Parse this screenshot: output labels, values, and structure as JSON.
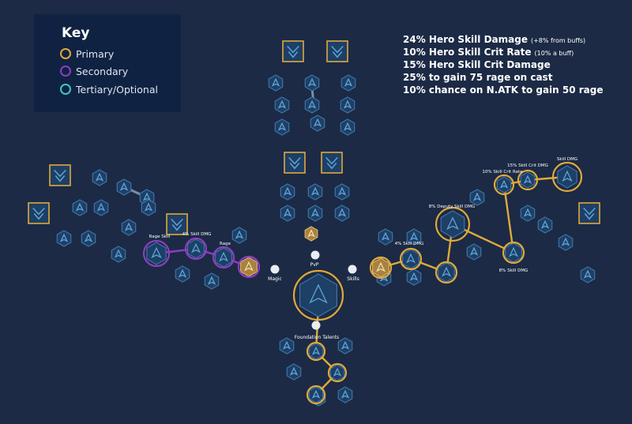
{
  "key": {
    "title": "Key",
    "items": [
      {
        "label": "Primary",
        "color": "#e0a93b"
      },
      {
        "label": "Secondary",
        "color": "#8d3dbf"
      },
      {
        "label": "Tertiary/Optional",
        "color": "#3fc6c6"
      }
    ]
  },
  "stats": [
    {
      "text": "24% Hero Skill Damage",
      "note": "(+8% from buffs)"
    },
    {
      "text": "10% Hero Skill Crit Rate",
      "note": "(10% a buff)"
    },
    {
      "text": "15% Hero Skill Crit Damage",
      "note": ""
    },
    {
      "text": "25% to gain 75 rage on cast",
      "note": ""
    },
    {
      "text": "10% chance on N.ATK to gain 50 rage",
      "note": ""
    }
  ],
  "branches": {
    "magic": "Magic",
    "pvp": "PvP",
    "skills": "Skills",
    "foundation": "Foundation Talents"
  },
  "node_labels": {
    "rage_skill": "Rage Skill",
    "skill_dmg_4_left": "4% Skill DMG",
    "rage": "Rage",
    "deputy_skill_dmg_8": "8% Deputy Skill DMG",
    "skill_dmg_4_right": "4% Skill DMG",
    "skill_dmg_8": "8% Skill DMG",
    "skill_crit_rate_10": "10% Skill Crit Rate",
    "skill_crit_dmg_15": "15% Skill Crit DMG",
    "skill_dmg": "Skill DMG"
  },
  "colors": {
    "background": "#1c2a45",
    "node_fill": "#1e3f66",
    "node_stroke": "#3d73a4",
    "icon": "#5ea3d6",
    "gold": "#e0a93b",
    "purple": "#8d3dbf",
    "gold_node": "#a98140"
  }
}
